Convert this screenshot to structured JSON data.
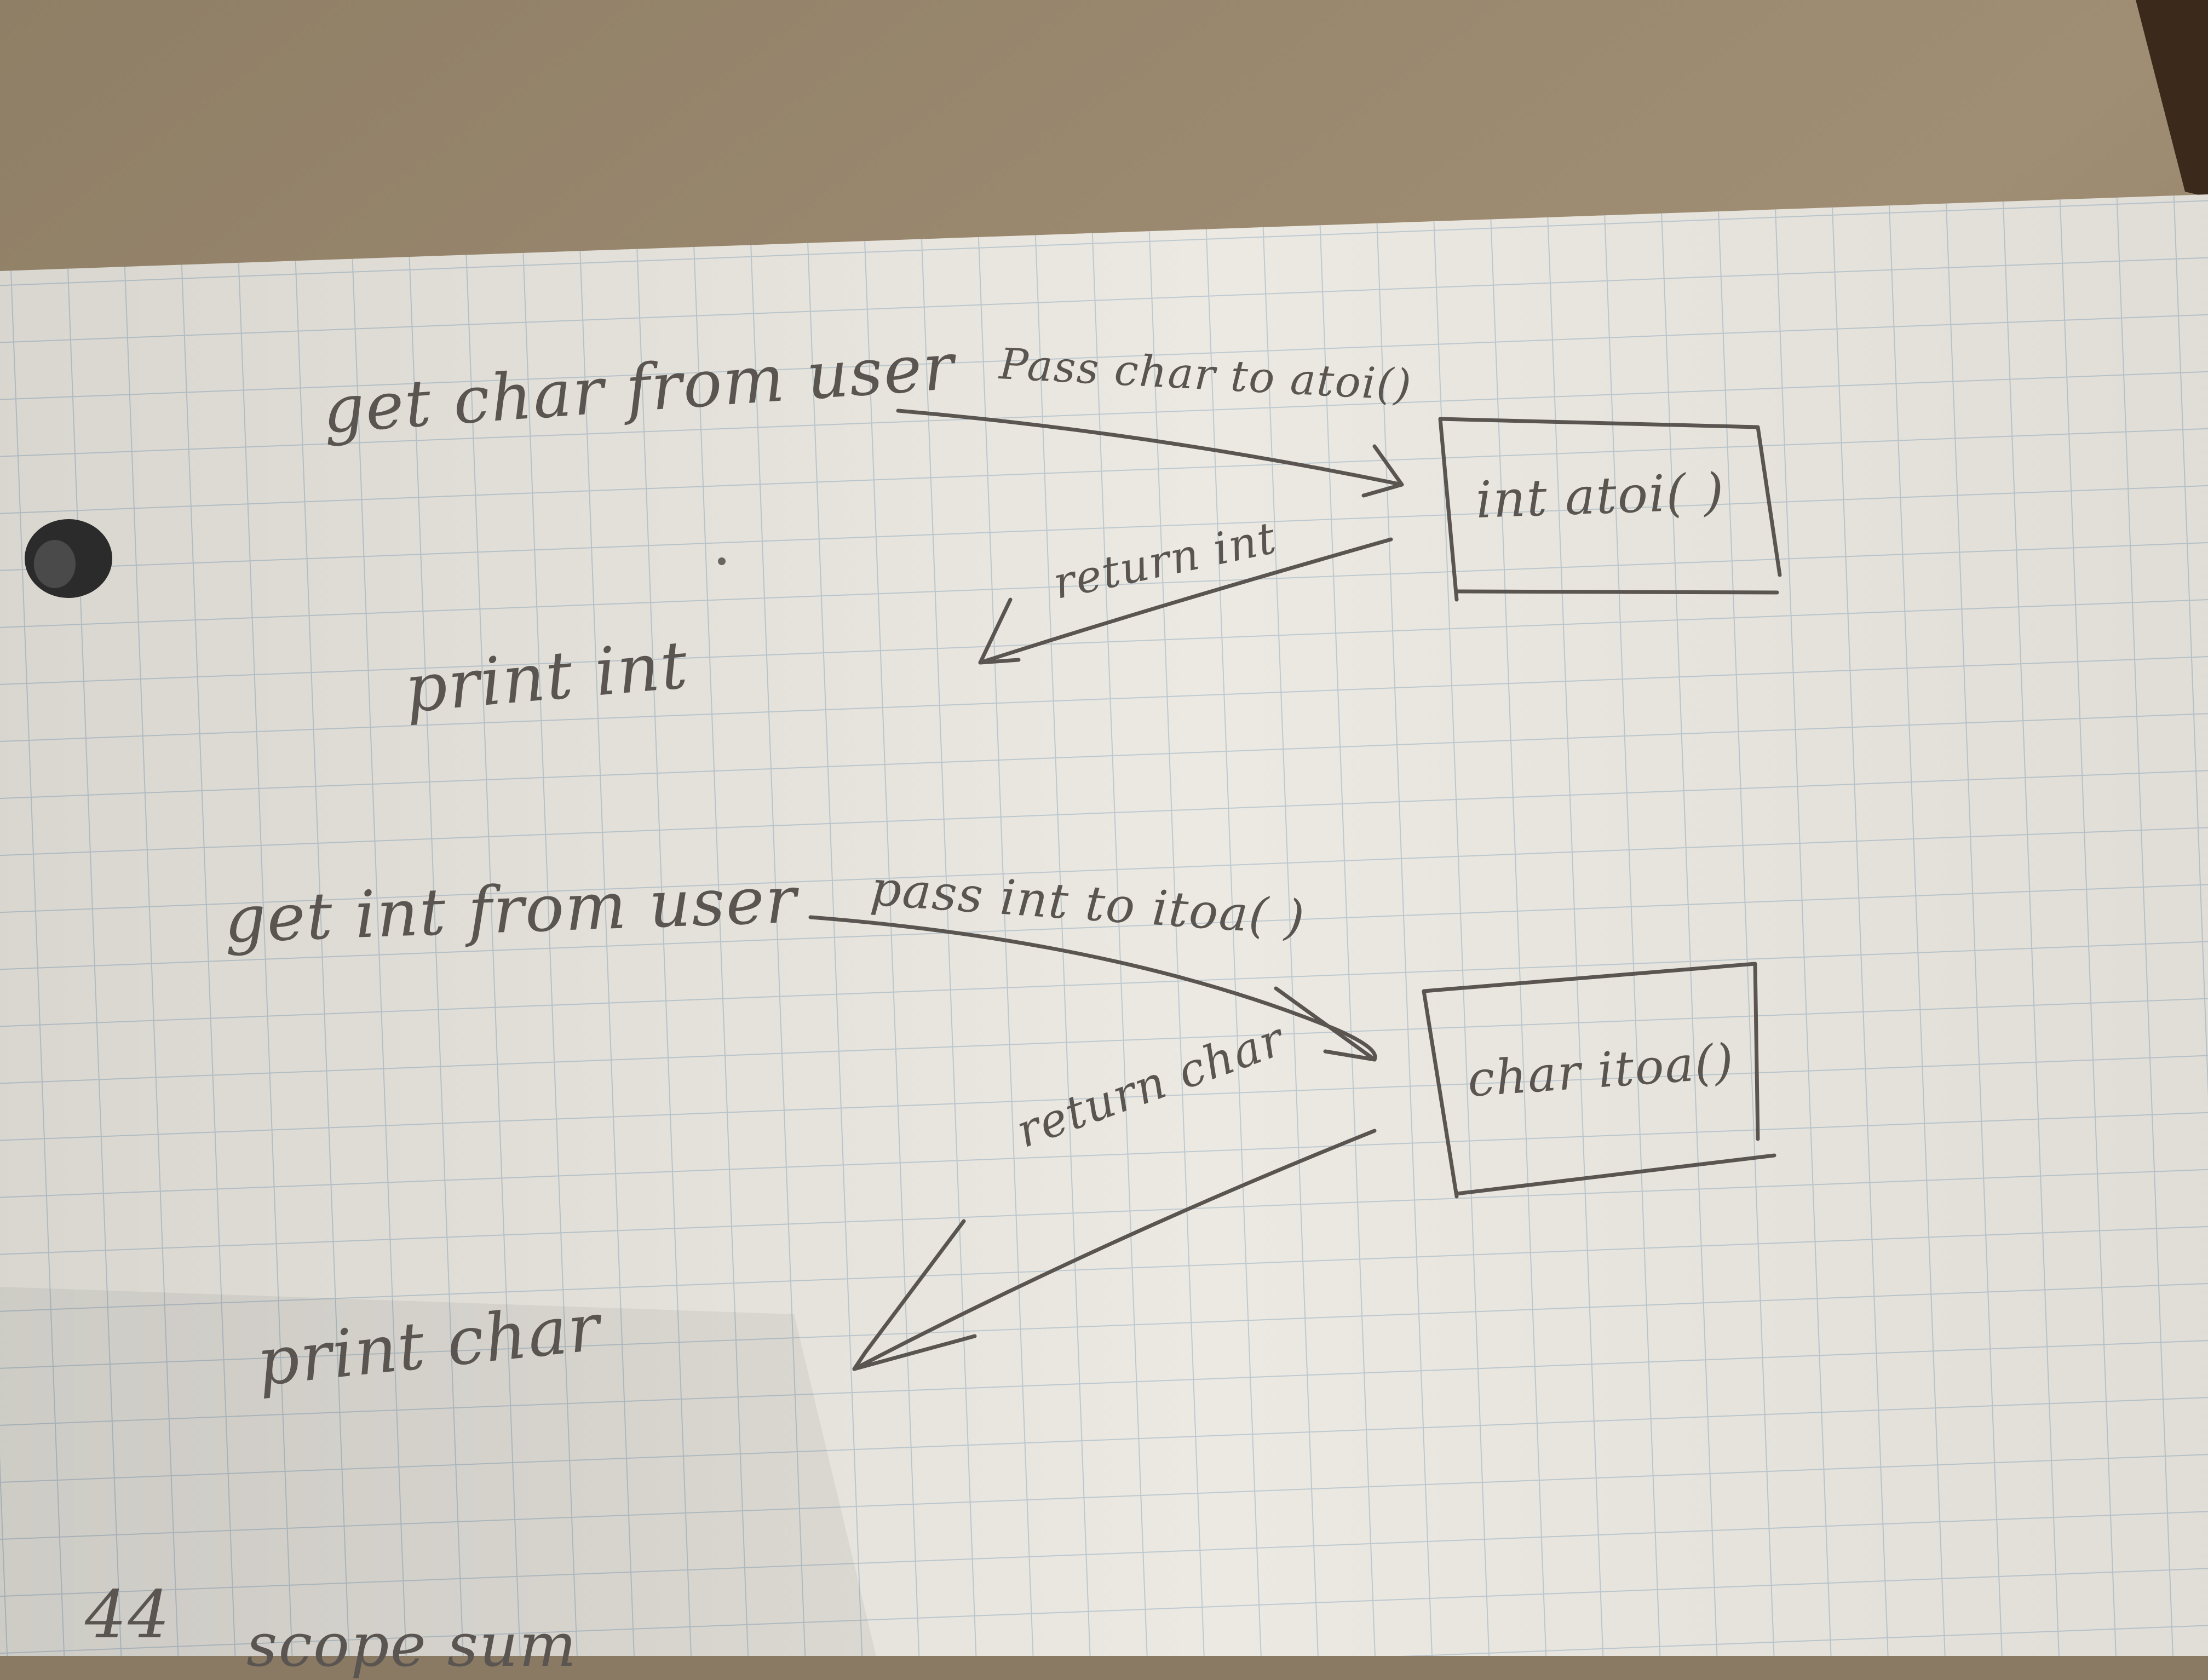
{
  "diagram": {
    "labels": {
      "get_char": "get char from user",
      "pass_char": "Pass char to atoi()",
      "atoi_box": "int atoi( )",
      "return_int": "return int",
      "print_int": "print int",
      "get_int": "get int from user",
      "pass_int": "pass int to itoa( )",
      "itoa_box": "char itoa()",
      "return_char": "return char",
      "print_char": "print char"
    },
    "footer": {
      "page_number": "44",
      "partial_text": "scope sum"
    }
  },
  "colors": {
    "paper": "#ece9e2",
    "grid": "#b9c6cf",
    "ink": "#5a5550",
    "table": "#8a7a64"
  }
}
